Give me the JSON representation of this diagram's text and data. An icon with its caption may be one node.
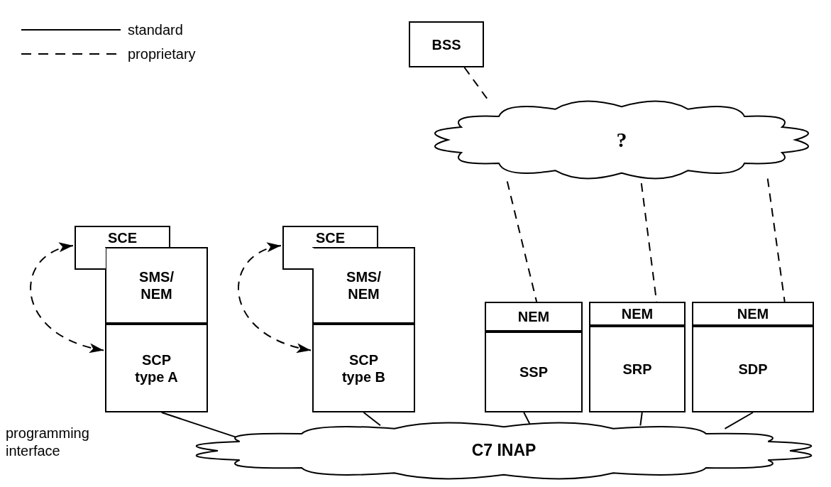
{
  "diagram": {
    "nodes": [
      {
        "text": [
          "BSS"
        ]
      },
      {
        "text": [
          "?"
        ]
      },
      {
        "text": [
          "SCE"
        ]
      },
      {
        "text": [
          "SMS/ NEM"
        ]
      },
      {
        "text": [
          "SCP type A"
        ]
      },
      {
        "text": [
          "SCE"
        ]
      },
      {
        "text": [
          "SMS/ NEM"
        ]
      },
      {
        "text": [
          "SCP type B"
        ]
      },
      {
        "text": [
          "NEM"
        ]
      },
      {
        "text": [
          "SSP"
        ]
      },
      {
        "text": [
          "NEM"
        ]
      },
      {
        "text": [
          "SRP"
        ]
      },
      {
        "text": [
          "NEM"
        ]
      },
      {
        "text": [
          "SDP"
        ]
      },
      {
        "text": [
          "C7 INAP"
        ]
      }
    ],
    "edges": [
      {
        "from": 0,
        "to": 1,
        "arrow": "none",
        "style": "dashed"
      },
      {
        "from": 1,
        "to": 8,
        "arrow": "none",
        "style": "dashed"
      },
      {
        "from": 1,
        "to": 10,
        "arrow": "none",
        "style": "dashed"
      },
      {
        "from": 1,
        "to": 12,
        "arrow": "none",
        "style": "dashed"
      },
      {
        "from": 2,
        "to": 4,
        "arrow": "both",
        "style": "dashed"
      },
      {
        "from": 5,
        "to": 7,
        "arrow": "both",
        "style": "dashed"
      },
      {
        "from": 4,
        "to": 14,
        "arrow": "none"
      },
      {
        "from": 7,
        "to": 14,
        "arrow": "none"
      },
      {
        "from": 9,
        "to": 14,
        "arrow": "none"
      },
      {
        "from": 11,
        "to": 14,
        "arrow": "none"
      },
      {
        "from": 13,
        "to": 14,
        "arrow": "none"
      }
    ],
    "labels": [
      "programming interface"
    ],
    "legend": [
      {
        "text": "standard"
      },
      {
        "text": "proprietary"
      }
    ]
  }
}
